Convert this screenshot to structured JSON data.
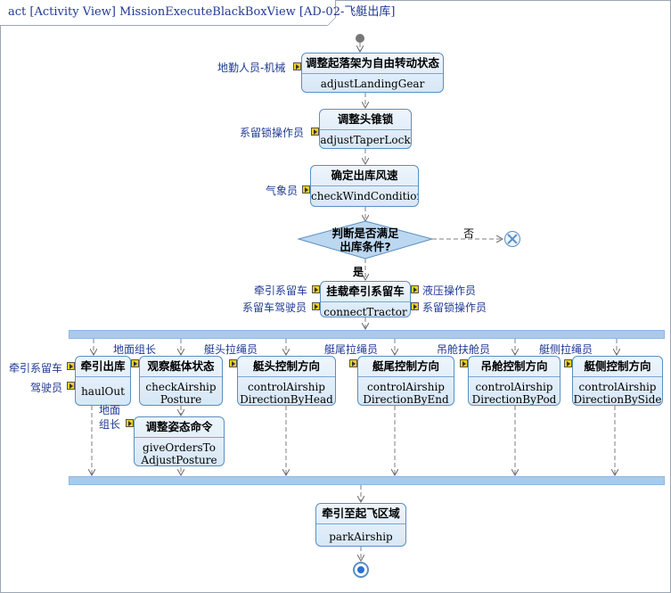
{
  "diagram": {
    "title": "act [Activity View] MissionExecuteBlackBoxView [AD-02-飞艇出库]",
    "actions": {
      "adjust_landing_gear": {
        "name": "调整起落架为自由转动状态",
        "behavior": "adjustLandingGear"
      },
      "adjust_taper_lock": {
        "name": "调整头锥锁",
        "behavior": "adjustTaperLock"
      },
      "check_wind": {
        "name": "确定出库风速",
        "behavior": "checkWindCondition"
      },
      "connect_tractor": {
        "name": "挂载牵引系留车",
        "behavior": "connectTractor"
      },
      "haul_out": {
        "name": "牵引出库",
        "behavior": "haulOut"
      },
      "check_posture": {
        "name": "观察艇体状态",
        "behavior_line1": "checkAirship",
        "behavior_line2": "Posture"
      },
      "give_orders": {
        "name": "调整姿态命令",
        "behavior_line1": "giveOrdersTo",
        "behavior_line2": "AdjustPosture"
      },
      "control_head": {
        "name": "艇头控制方向",
        "behavior_line1": "controlAirship",
        "behavior_line2": "DirectionByHead"
      },
      "control_end": {
        "name": "艇尾控制方向",
        "behavior_line1": "controlAirship",
        "behavior_line2": "DirectionByEnd"
      },
      "control_pod": {
        "name": "吊舱控制方向",
        "behavior_line1": "controlAirship",
        "behavior_line2": "DirectionByPod"
      },
      "control_side": {
        "name": "艇侧控制方向",
        "behavior_line1": "controlAirship",
        "behavior_line2": "DirectionBySide"
      },
      "park_airship": {
        "name": "牵引至起飞区域",
        "behavior": "parkAirship"
      }
    },
    "decision": {
      "line1": "判断是否满足",
      "line2": "出库条件?",
      "no_label": "否",
      "yes_label": "是"
    },
    "pins": {
      "ground_mech": "地勤人员-机械",
      "mooring_lock_op_1": "系留锁操作员",
      "meteorologist": "气象员",
      "tractor": "牵引系留车",
      "tractor_driver": "系留车驾驶员",
      "hydraulic_op": "液压操作员",
      "mooring_lock_op_2": "系留锁操作员",
      "tractor_2": "牵引系留车",
      "driver": "驾驶员",
      "ground_leader": "地面组长",
      "ground_leader_2_line1": "地面",
      "ground_leader_2_line2": "组长",
      "head_rope": "艇头拉绳员",
      "tail_rope": "艇尾拉绳员",
      "pod_support": "吊舱扶舱员",
      "side_rope": "艇侧拉绳员"
    },
    "colors": {
      "accent": "#5a8fc3",
      "fill": "#d7e7f6",
      "label": "#1f3a93",
      "pin": "#f2d21b",
      "bar": "#a9cbea"
    }
  }
}
